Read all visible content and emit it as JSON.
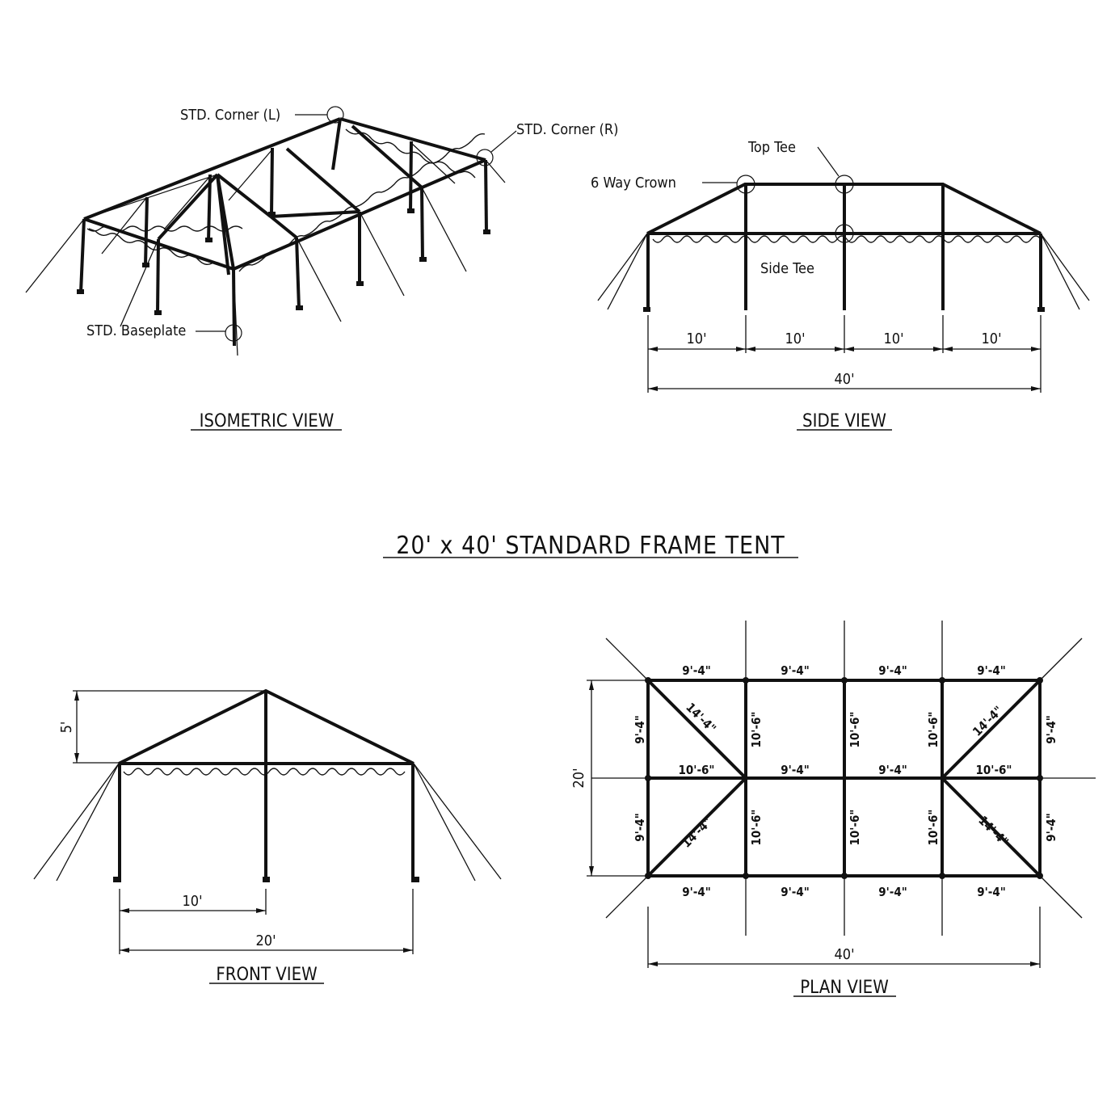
{
  "title": "20' x 40' STANDARD FRAME TENT",
  "views": {
    "isometric": {
      "title": "ISOMETRIC VIEW",
      "callouts": {
        "corner_left": "STD. Corner (L)",
        "corner_right": "STD. Corner (R)",
        "baseplate": "STD. Baseplate"
      }
    },
    "side": {
      "title": "SIDE VIEW",
      "callouts": {
        "top_tee": "Top Tee",
        "crown": "6 Way Crown",
        "side_tee": "Side Tee"
      },
      "bay_dims": [
        "10'",
        "10'",
        "10'",
        "10'"
      ],
      "overall": "40'"
    },
    "front": {
      "title": "FRONT VIEW",
      "height_dim": "5'",
      "half_dim": "10'",
      "overall": "20'"
    },
    "plan": {
      "title": "PLAN VIEW",
      "top_dims": [
        "9'-4\"",
        "9'-4\"",
        "9'-4\"",
        "9'-4\""
      ],
      "bottom_dims": [
        "9'-4\"",
        "9'-4\"",
        "9'-4\"",
        "9'-4\""
      ],
      "middle_dims": [
        "10'-6\"",
        "9'-4\"",
        "9'-4\"",
        "10'-6\""
      ],
      "end_vertical": "9'-4\"",
      "inner_vertical": "10'-6\"",
      "diagonal": "14'-4\"",
      "width_dim": "20'",
      "overall": "40'"
    }
  }
}
